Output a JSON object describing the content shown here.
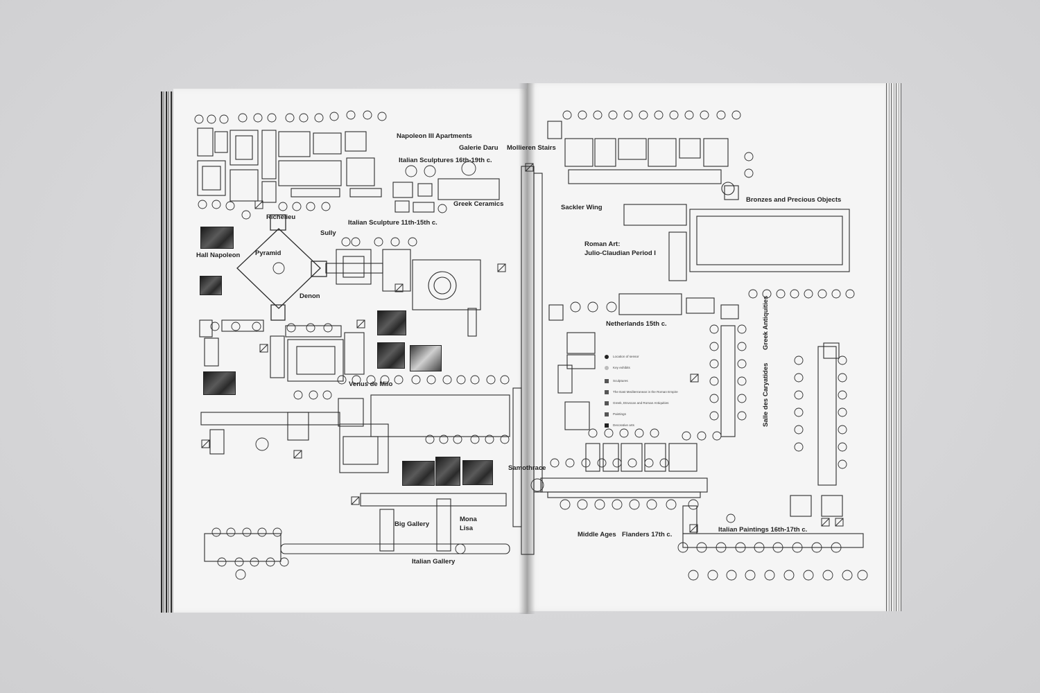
{
  "labels": {
    "napoleon_apartments": "Napoleon III Apartments",
    "galerie_daru": "Galerie Daru",
    "mollien_stairs": "Mollieren Stairs",
    "italian_sculptures_16_19": "Italian Sculptures 16th-19th c.",
    "greek_ceramics": "Greek Ceramics",
    "richelieu": "Richelieu",
    "italian_sculpture_11_15": "Italian Sculpture 11th-15th c.",
    "sully": "Sully",
    "pyramid": "Pyramid",
    "hall_napoleon": "Hall Napoleon",
    "denon": "Denon",
    "sackler_wing": "Sackler Wing",
    "bronzes": "Bronzes and Precious Objects",
    "roman_art_1": "Roman Art:",
    "roman_art_2": "Julio-Claudian Period I",
    "netherlands": "Netherlands 15th c.",
    "venus": "Venus de Milo",
    "samothrace": "Samothrace",
    "big_gallery": "Big Gallery",
    "mona_1": "Mona",
    "mona_2": "Lisa",
    "italian_gallery": "Italian Gallery",
    "middle_ages": "Middle Ages",
    "flanders": "Flanders 17th c.",
    "italian_paintings": "Italian Paintings 16th-17th c.",
    "caryatides": "Salle des Caryatides",
    "greek_antiquities": "Greek Antiquities"
  },
  "legend": [
    {
      "text": "Location of sensor",
      "swatch": "dot"
    },
    {
      "text": "Key exhibits",
      "swatch": "dot-light"
    },
    {
      "text": "Sculptures",
      "swatch": "square"
    },
    {
      "text": "The East Mediterranean in the Roman Empire",
      "swatch": "square"
    },
    {
      "text": "Greek, Etruscan and Roman Antiquities",
      "swatch": "square"
    },
    {
      "text": "Paintings",
      "swatch": "square"
    },
    {
      "text": "Decorative arts",
      "swatch": "square"
    }
  ],
  "colors": {
    "background": "#d8d8da",
    "paper": "#f5f5f5",
    "ink": "#222222"
  }
}
